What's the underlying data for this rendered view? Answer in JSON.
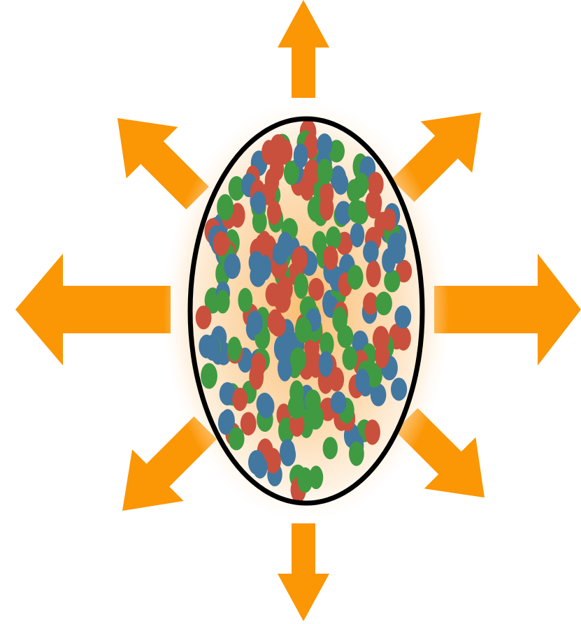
{
  "diagram": {
    "arrow_directions": [
      "up",
      "up-right",
      "right",
      "down-right",
      "down",
      "down-left",
      "left",
      "up-left"
    ],
    "particle_colors": [
      "#c9503d",
      "#409a42",
      "#4277a0"
    ],
    "colors": {
      "arrow": "#fb9604",
      "outline": "#000000",
      "glow_inner": "#fbb968",
      "glow_outer": "#fff3e4"
    }
  }
}
